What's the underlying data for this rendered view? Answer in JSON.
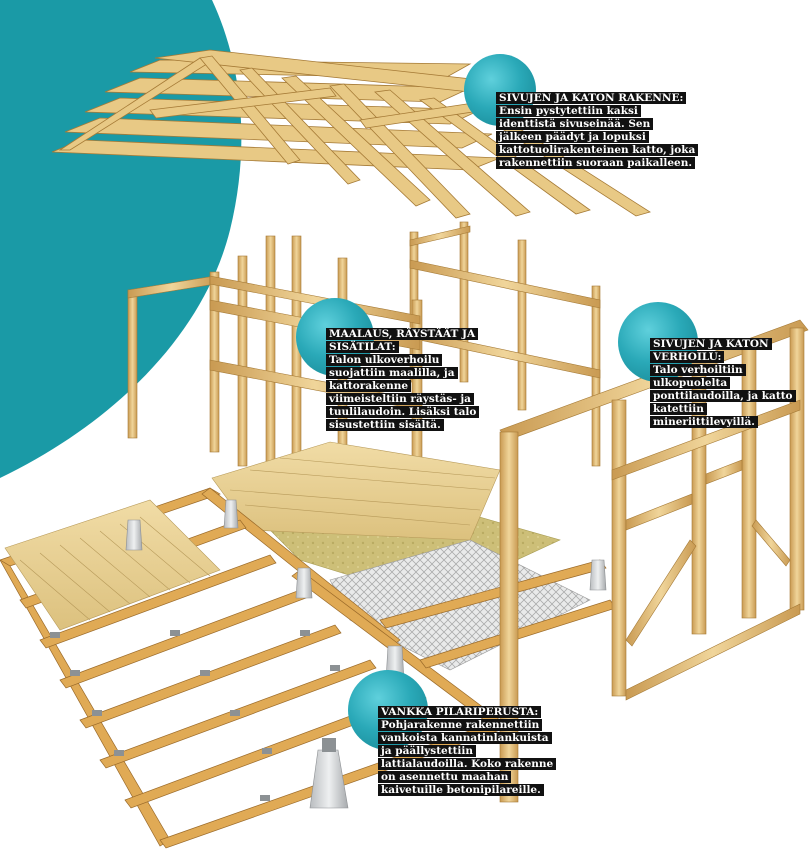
{
  "colors": {
    "teal": "#1a9aa6",
    "wood_light": "#ecd08f",
    "wood_mid": "#d9b06a",
    "wood_dark": "#b7863f",
    "insulation": "#cbbf7a",
    "label_bg": "#111111",
    "label_text": "#ffffff"
  },
  "callouts": {
    "roof": {
      "title": "SIVUJEN JA KATON RAKENNE:",
      "body": "Ensin pystytettiin kaksi identtistä sivuseinää. Sen jälkeen päädyt ja lopuksi kattotuolirakenteinen katto, joka rakennettiin suoraan paikalleen."
    },
    "paint": {
      "title": "MAALAUS, RÄYSTÄÄT JA SISÄTILAT:",
      "body": "Talon ulkoverhoilu suojattiin maalilla, ja kattorakenne viimeisteltiin räystäs- ja tuulilaudoin. Lisäksi talo sisustettiin sisältä."
    },
    "cladding": {
      "title": "SIVUJEN JA KATON VERHOILU:",
      "body": "Talo verhoiltiin ulkopuolelta ponttilaudoilla, ja katto katettiin mineriittilevyillä."
    },
    "foundation": {
      "title": "VANKKA PILARIPERUSTA:",
      "body": "Pohjarakenne rakennettiin vankoista kannatinlankuista ja päällystettiin lattialaudoilla. Koko rakenne on asennettu maahan kaivetuille betonipilareille."
    }
  }
}
